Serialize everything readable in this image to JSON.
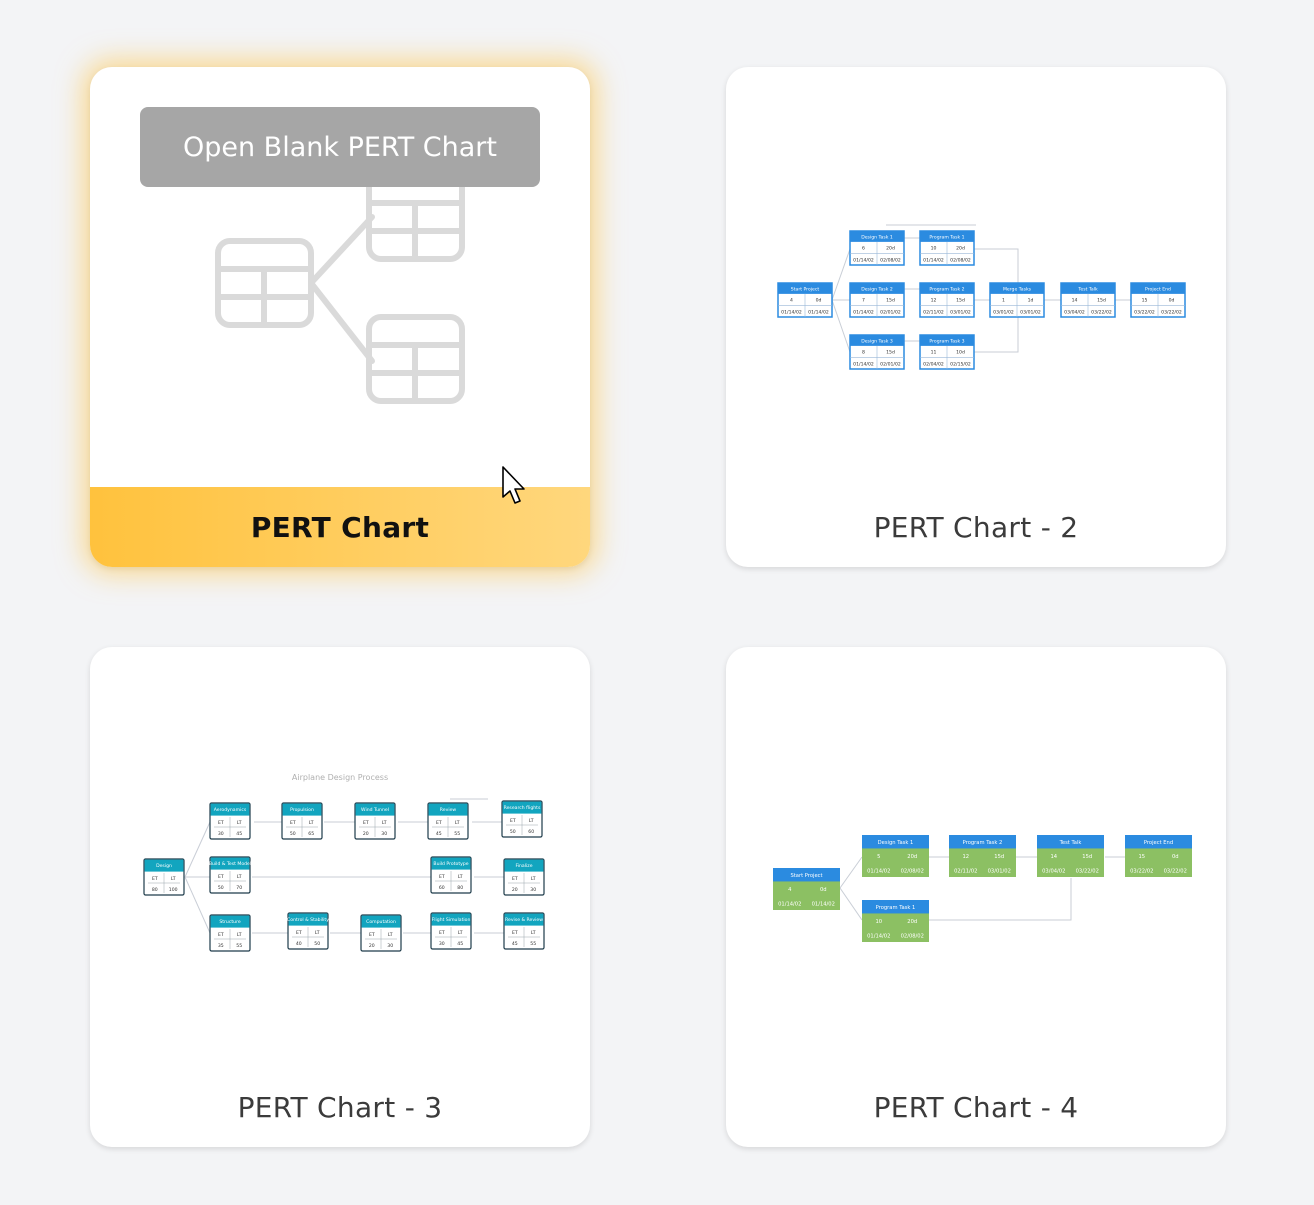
{
  "templates": [
    {
      "label": "PERT Chart",
      "hover_button": "Open Blank PERT Chart",
      "icon": "pert-chart-placeholder-icon"
    },
    {
      "label": "PERT Chart - 2",
      "preview": {
        "header_color": "#2b8be0",
        "nodes": [
          {
            "title": "Start Project",
            "a": "4",
            "b": "0d",
            "c": "01/14/02",
            "d": "01/14/02"
          },
          {
            "title": "Design Task 1",
            "a": "6",
            "b": "20d",
            "c": "01/14/02",
            "d": "02/08/02"
          },
          {
            "title": "Program Task 1",
            "a": "10",
            "b": "20d",
            "c": "01/14/02",
            "d": "02/08/02"
          },
          {
            "title": "Design Task 2",
            "a": "7",
            "b": "15d",
            "c": "01/14/02",
            "d": "02/01/02"
          },
          {
            "title": "Program Task 2",
            "a": "12",
            "b": "15d",
            "c": "02/11/02",
            "d": "03/01/02"
          },
          {
            "title": "Merge Tasks",
            "a": "1",
            "b": "1d",
            "c": "03/01/02",
            "d": "03/01/02"
          },
          {
            "title": "Test Talk",
            "a": "14",
            "b": "15d",
            "c": "03/04/02",
            "d": "03/22/02"
          },
          {
            "title": "Project End",
            "a": "15",
            "b": "0d",
            "c": "03/22/02",
            "d": "03/22/02"
          },
          {
            "title": "Design Task 3",
            "a": "8",
            "b": "15d",
            "c": "01/14/02",
            "d": "02/01/02"
          },
          {
            "title": "Program Task 3",
            "a": "11",
            "b": "10d",
            "c": "02/04/02",
            "d": "02/15/02"
          }
        ]
      }
    },
    {
      "label": "PERT Chart - 3",
      "preview": {
        "title": "Airplane Design Process",
        "header_color": "#12a5bf",
        "col_et": "ET",
        "col_lt": "LT",
        "nodes": [
          {
            "title": "Design",
            "et": "80",
            "lt": "100"
          },
          {
            "title": "Aerodynamics",
            "et": "30",
            "lt": "45"
          },
          {
            "title": "Propulsion",
            "et": "50",
            "lt": "65"
          },
          {
            "title": "Wind Tunnel",
            "et": "20",
            "lt": "30"
          },
          {
            "title": "Review",
            "et": "45",
            "lt": "55"
          },
          {
            "title": "Research flights",
            "et": "50",
            "lt": "60"
          },
          {
            "title": "Build & Test Model",
            "et": "50",
            "lt": "70"
          },
          {
            "title": "Build Prototype",
            "et": "60",
            "lt": "80"
          },
          {
            "title": "Finalize",
            "et": "20",
            "lt": "30"
          },
          {
            "title": "Structure",
            "et": "35",
            "lt": "55"
          },
          {
            "title": "Control & Stability",
            "et": "40",
            "lt": "50"
          },
          {
            "title": "Computation",
            "et": "20",
            "lt": "30"
          },
          {
            "title": "Flight Simulation",
            "et": "30",
            "lt": "45"
          },
          {
            "title": "Revise & Review",
            "et": "45",
            "lt": "55"
          }
        ]
      }
    },
    {
      "label": "PERT Chart - 4",
      "preview": {
        "header_color": "#2b8be0",
        "body_color": "#8cc063",
        "nodes": [
          {
            "title": "Start Project",
            "a": "4",
            "b": "0d",
            "c": "01/14/02",
            "d": "01/14/02"
          },
          {
            "title": "Design Task 1",
            "a": "5",
            "b": "20d",
            "c": "01/14/02",
            "d": "02/08/02"
          },
          {
            "title": "Program Task 2",
            "a": "12",
            "b": "15d",
            "c": "02/11/02",
            "d": "03/01/02"
          },
          {
            "title": "Test Talk",
            "a": "14",
            "b": "15d",
            "c": "03/04/02",
            "d": "03/22/02"
          },
          {
            "title": "Project End",
            "a": "15",
            "b": "0d",
            "c": "03/22/02",
            "d": "03/22/02"
          },
          {
            "title": "Program Task 1",
            "a": "10",
            "b": "20d",
            "c": "01/14/02",
            "d": "02/08/02"
          }
        ]
      }
    }
  ]
}
